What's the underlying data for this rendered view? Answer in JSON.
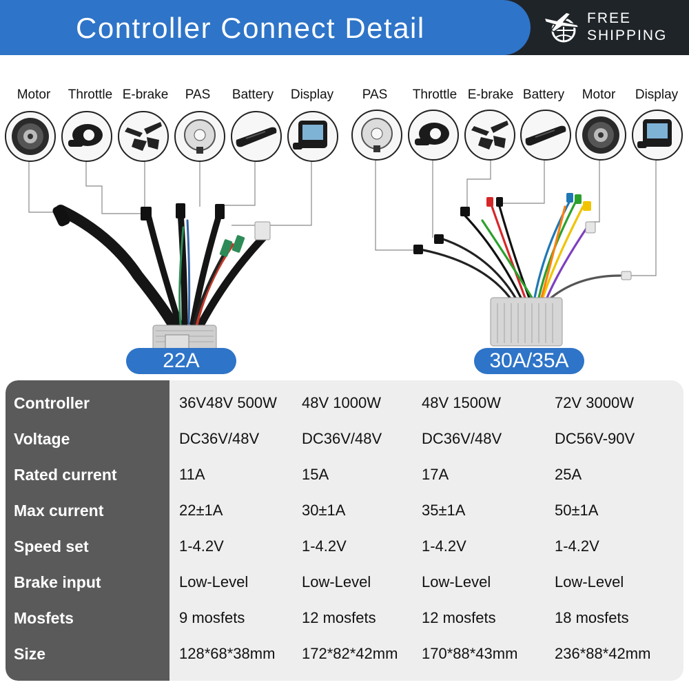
{
  "header": {
    "title": "Controller Connect Detail",
    "shipping_line1": "FREE",
    "shipping_line2": "SHIPPING"
  },
  "diagram_left": {
    "labels": [
      "Motor",
      "Throttle",
      "E-brake",
      "PAS",
      "Battery",
      "Display"
    ],
    "badge": "22A"
  },
  "diagram_right": {
    "labels": [
      "PAS",
      "Throttle",
      "E-brake",
      "Battery",
      "Motor",
      "Display"
    ],
    "badge": "30A/35A"
  },
  "specs": {
    "rows": [
      {
        "label": "Controller",
        "values": [
          "36V48V 500W",
          "48V 1000W",
          "48V 1500W",
          "72V 3000W"
        ]
      },
      {
        "label": "Voltage",
        "values": [
          "DC36V/48V",
          "DC36V/48V",
          "DC36V/48V",
          "DC56V-90V"
        ]
      },
      {
        "label": "Rated current",
        "values": [
          "11A",
          "15A",
          "17A",
          "25A"
        ]
      },
      {
        "label": "Max current",
        "values": [
          "22±1A",
          "30±1A",
          "35±1A",
          "50±1A"
        ]
      },
      {
        "label": "Speed set",
        "values": [
          "1-4.2V",
          "1-4.2V",
          "1-4.2V",
          "1-4.2V"
        ]
      },
      {
        "label": "Brake input",
        "values": [
          "Low-Level",
          "Low-Level",
          "Low-Level",
          "Low-Level"
        ]
      },
      {
        "label": "Mosfets",
        "values": [
          "9 mosfets",
          "12 mosfets",
          "12 mosfets",
          "18 mosfets"
        ]
      },
      {
        "label": "Size",
        "values": [
          "128*68*38mm",
          "172*82*42mm",
          "170*88*43mm",
          "236*88*42mm"
        ]
      }
    ]
  },
  "colors": {
    "accent_blue": "#2e74c8",
    "header_dark": "#1f2429",
    "table_header": "#5a5a5a",
    "table_bg": "#eeeeee"
  }
}
